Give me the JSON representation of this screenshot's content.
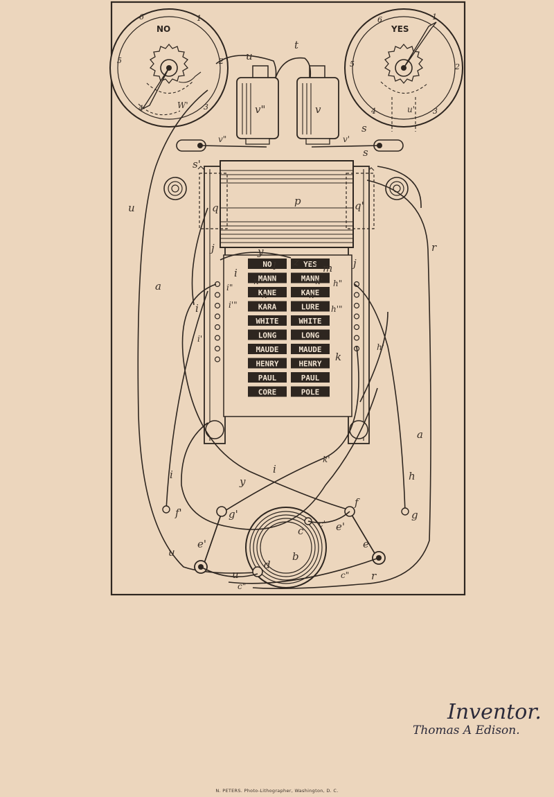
{
  "dials": {
    "no": {
      "title": "NO",
      "numbers": [
        "6",
        "1",
        "2",
        "3",
        "4",
        "5"
      ]
    },
    "yes": {
      "title": "YES",
      "numbers": [
        "6",
        "1",
        "2",
        "3",
        "4",
        "5"
      ]
    }
  },
  "letters": {
    "t": "t",
    "u": "u",
    "v": "v",
    "v2": "v\"",
    "v1": "v'",
    "v3": "v\"",
    "s": "s",
    "s1": "s'",
    "w1": "W'",
    "u1": "u'",
    "p": "p",
    "q": "q",
    "q1": "q'",
    "r": "r",
    "a": "a",
    "j": "j",
    "y": "y",
    "l": "l",
    "z": "z",
    "m": "m",
    "n": "n",
    "n1": "n'",
    "i": "i",
    "i1": "i'",
    "i2": "i\"",
    "i3": "i'\"",
    "h1": "h\"",
    "h2": "h'\"",
    "hp": "h'",
    "k": "k",
    "kp": "k'",
    "h": "h",
    "o": "o",
    "o1": "o'",
    "f1": "f'",
    "g1": "g'",
    "f": "f",
    "g": "g",
    "e": "e",
    "e1": "e'",
    "c": "c",
    "c1": "c'",
    "c2": "c\"",
    "b": "b",
    "d": "d"
  },
  "keys": {
    "left": [
      "NO",
      "MANN",
      "KANE",
      "KARA",
      "WHITE",
      "LONG",
      "MAUDE",
      "HENRY",
      "PAUL",
      "CORE"
    ],
    "right": [
      "YES",
      "MANN",
      "KANE",
      "LURE",
      "WHITE",
      "LONG",
      "MAUDE",
      "HENRY",
      "PAUL",
      "POLE"
    ]
  },
  "signature": {
    "title": "Inventor.",
    "name": "Thomas A Edison."
  },
  "footer": "N. PETERS. Photo-Lithographer, Washington, D. C."
}
